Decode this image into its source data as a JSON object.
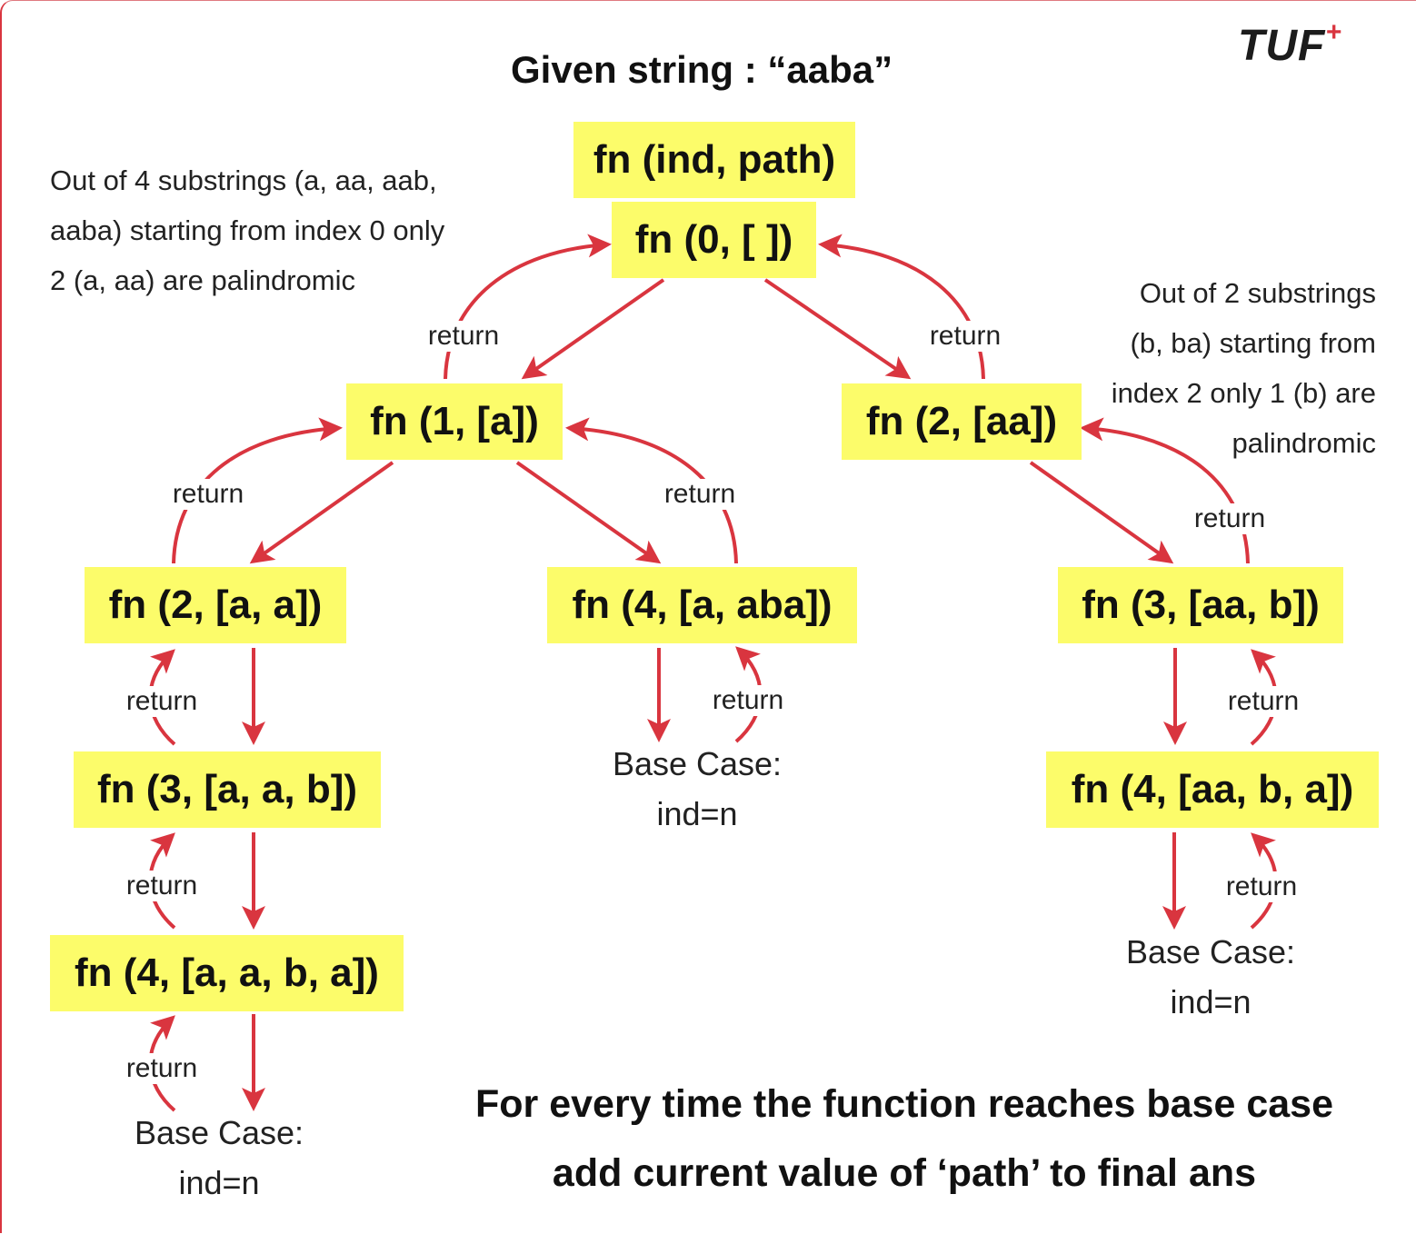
{
  "title": "Given string : “aaba”",
  "logo": {
    "text": "TUF",
    "plus": "+"
  },
  "header_box": "fn (ind, path)",
  "nodes": {
    "root": "fn (0, [ ])",
    "n1": "fn (1, [a])",
    "n2": "fn (2, [aa])",
    "n3": "fn (2, [a, a])",
    "n4": "fn (4, [a, aba])",
    "n5": "fn (3, [aa, b])",
    "n6": "fn (3, [a, a, b])",
    "n7": "fn (4, [aa, b, a])",
    "n8": "fn (4, [a, a, b, a])"
  },
  "return_label": "return",
  "base_case": {
    "line1": "Base Case:",
    "line2": "ind=n"
  },
  "note_left": [
    "Out of 4 substrings (a, aa, aab,",
    "aaba) starting from index 0 only",
    "2 (a, aa) are palindromic"
  ],
  "note_right": [
    "Out of 2 substrings",
    "(b, ba) starting from",
    "index 2 only 1 (b) are",
    "palindromic"
  ],
  "footer": [
    "For every time the function reaches base case",
    "add current value of ‘path’ to final ans"
  ],
  "colors": {
    "arrow": "#d9353f",
    "box": "#fcfc6a",
    "border": "#d9353f"
  }
}
